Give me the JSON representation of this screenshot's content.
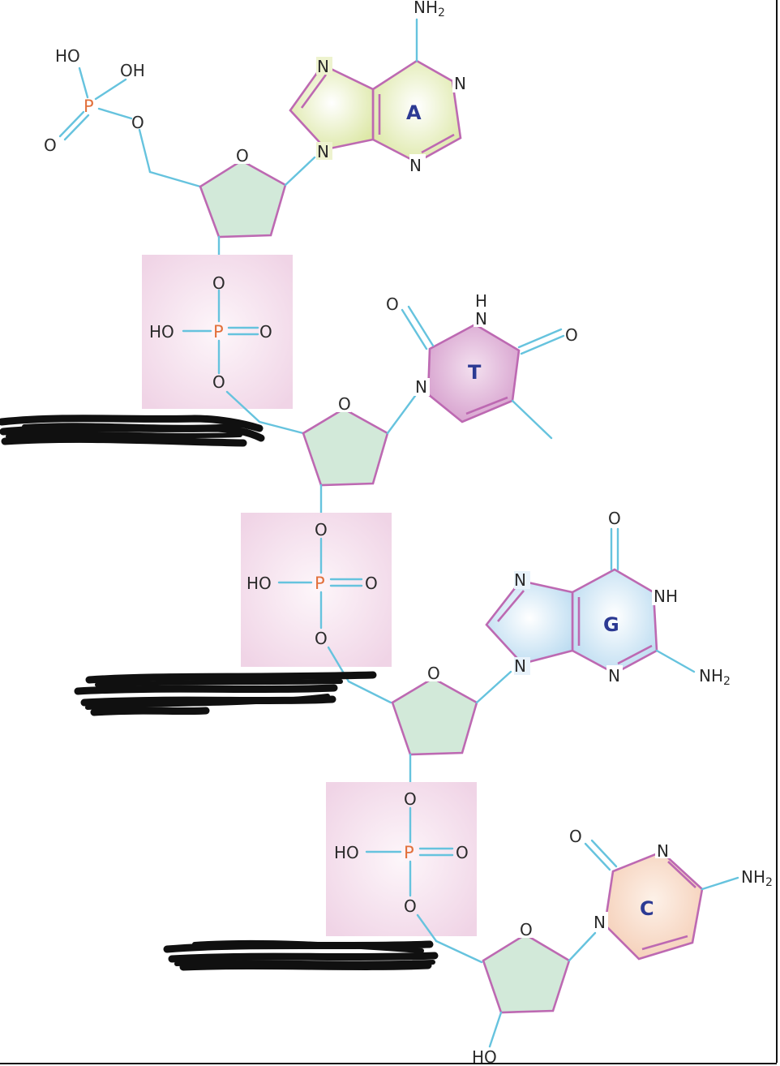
{
  "colors": {
    "bond": "#66c3de",
    "ring_outline": "#bd69b2",
    "phosphorus": "#e2703b",
    "base_letter": "#2c3a93",
    "sugar_fill": "#d2e9d9",
    "phosphate_box": "#f0d4e6",
    "adenine_fill": "#dde8a7",
    "thymine_fill": "#d69fcd",
    "guanine_fill": "#bcdcf1",
    "cytosine_fill": "#f5cfb8",
    "redaction": "#101010"
  },
  "labels": {
    "oxygen": "O",
    "hydroxyl_left": "HO",
    "hydroxyl_right": "OH",
    "phosphorus": "P",
    "nitrogen": "N",
    "hydrogen": "H",
    "imine": "NH",
    "amino": "NH",
    "amino_subscript": "2",
    "terminal_hydroxyl": "HO"
  },
  "nucleotides": [
    {
      "base": "A",
      "base_name": "adenine-icon"
    },
    {
      "base": "T",
      "base_name": "thymine-icon"
    },
    {
      "base": "G",
      "base_name": "guanine-icon"
    },
    {
      "base": "C",
      "base_name": "cytosine-icon"
    }
  ],
  "redacted_labels": 3
}
